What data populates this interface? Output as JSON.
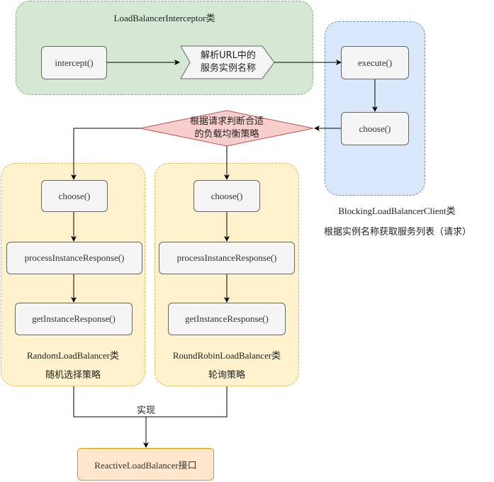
{
  "interceptor_group": {
    "title": "LoadBalancerInterceptor类"
  },
  "intercept_box": "intercept()",
  "parse_step": {
    "line1": "解析URL中的",
    "line2": "服务实例名称"
  },
  "client_group": {
    "execute_box": "execute()",
    "choose_box": "choose()",
    "caption": "BlockingLoadBalancerClient类",
    "description": "根据实例名称获取服务列表（请求）"
  },
  "decision": {
    "line1": "根据请求判断合适",
    "line2": "的负载均衡策略"
  },
  "random_group": {
    "choose": "choose()",
    "process": "processInstanceResponse()",
    "get": "getInstanceResponse()",
    "caption": "RandomLoadBalancer类",
    "strategy": "随机选择策略"
  },
  "roundrobin_group": {
    "choose": "choose()",
    "process": "processInstanceResponse()",
    "get": "getInstanceResponse()",
    "caption": "RoundRobinLoadBalancer类",
    "strategy": "轮询策略"
  },
  "implement_label": "实现",
  "interface_box": "ReactiveLoadBalancer接口",
  "colors": {
    "green_fill": "#d5e8d4",
    "green_stroke": "#82b366",
    "blue_fill": "#dae8fc",
    "blue_stroke": "#6c8ebf",
    "yellow_fill": "#fff2cc",
    "yellow_stroke": "#d6b656",
    "red_fill": "#f8cecc",
    "red_stroke": "#b85450",
    "orange_fill": "#ffe6cc",
    "orange_stroke": "#d79b00"
  }
}
